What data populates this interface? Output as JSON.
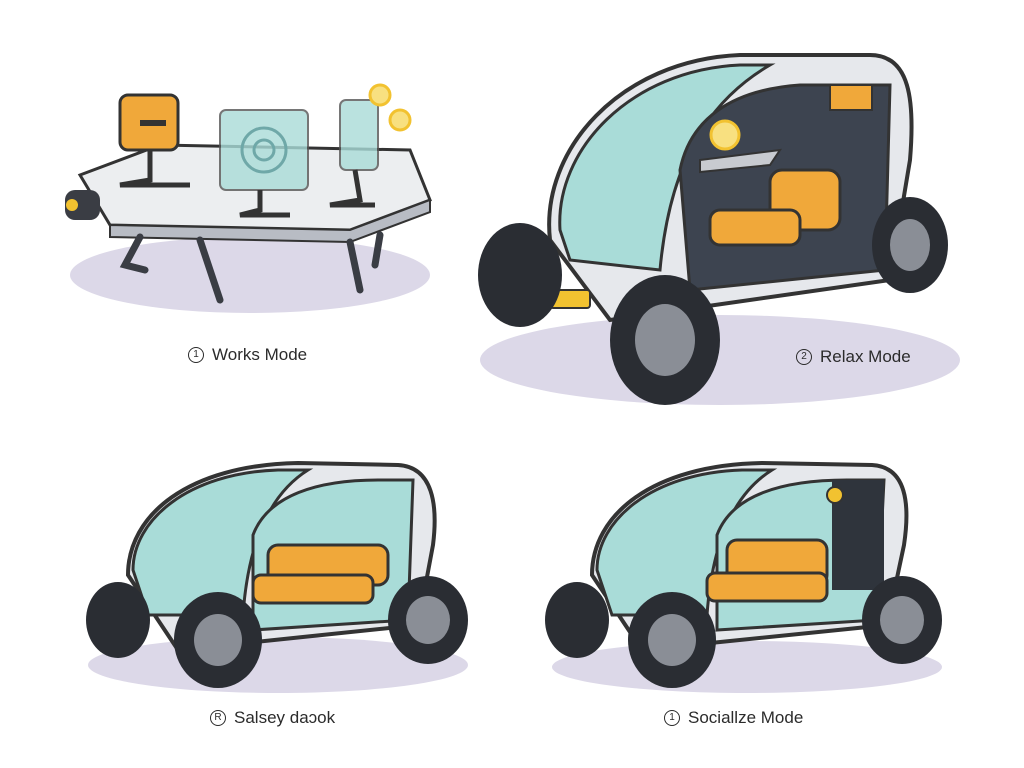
{
  "panels": [
    {
      "id": "works",
      "badge": "1",
      "label": "Works Mode"
    },
    {
      "id": "relax",
      "badge": "2",
      "label": "Relax Mode"
    },
    {
      "id": "sleep",
      "badge": "R",
      "label": "Salsey daɔok"
    },
    {
      "id": "social",
      "badge": "1",
      "label": "Sociallze Mode"
    }
  ],
  "colors": {
    "glass": "#a9dcd8",
    "shell": "#e6e8ec",
    "seat": "#f0a83a",
    "tire": "#2a2d33",
    "shadow": "#d9d6e6",
    "accent": "#f2c230"
  },
  "icons": [
    "desk-icon",
    "monitor-icon",
    "seat-icon",
    "wheel-icon",
    "glow-icon"
  ]
}
